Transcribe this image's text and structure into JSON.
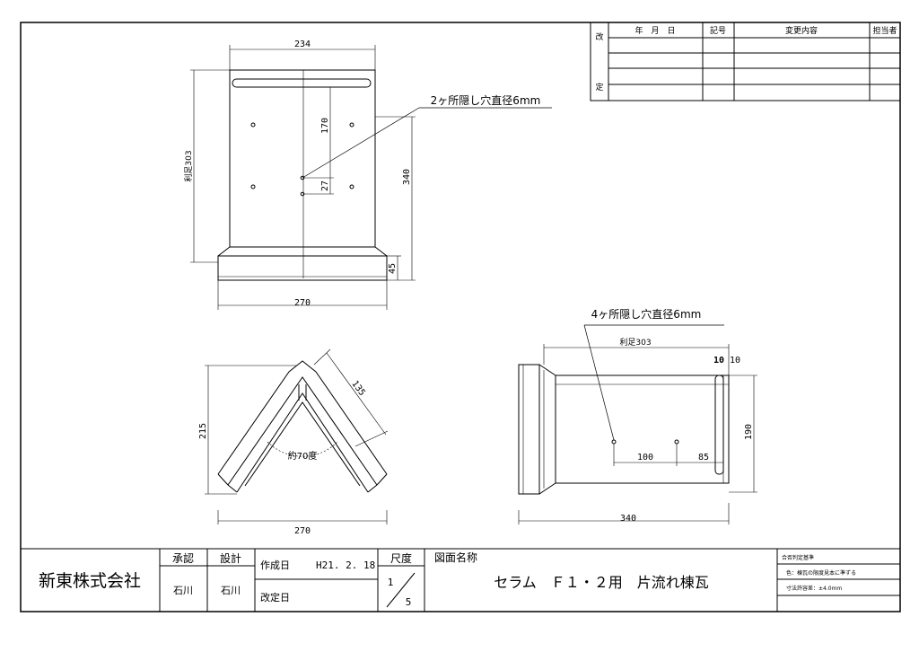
{
  "revision_table": {
    "side_top": "改",
    "side_bottom": "定",
    "col_date": "年　月　日",
    "col_mark": "記号",
    "col_content": "変更内容",
    "col_person": "担当者"
  },
  "top_view": {
    "dim_width": "234",
    "dim_bottom": "270",
    "dim_left": "利足303",
    "dim_right": "340",
    "dim_170": "170",
    "dim_27": "27",
    "dim_45": "45",
    "note_holes": "2ヶ所隠し穴直径6mm"
  },
  "front_view": {
    "dim_height": "215",
    "dim_135": "135",
    "dim_bottom": "270",
    "angle_label": "約70度"
  },
  "side_view": {
    "note_holes": "4ヶ所隠し穴直径6mm",
    "dim_top": "利足303",
    "dim_10a": "10",
    "dim_10b": "10",
    "dim_right": "190",
    "dim_100": "100",
    "dim_85": "85",
    "dim_bottom": "340"
  },
  "title_block": {
    "company": "新東株式会社",
    "approve_header": "承認",
    "design_header": "設計",
    "approve_name": "石川",
    "design_name": "石川",
    "created_label": "作成日",
    "created_date": "H21. 2. 18",
    "revised_label": "改定日",
    "scale_header": "尺度",
    "scale_num": "1",
    "scale_den": "5",
    "drawing_name_header": "図面名称",
    "drawing_name": "セラム　Ｆ１・２用　片流れ棟瓦",
    "criteria_header": "合否判定基準",
    "criteria_color": "色：棟瓦の限度見本に準ずる",
    "criteria_tolerance": "寸法許容差：±4.0mm"
  }
}
